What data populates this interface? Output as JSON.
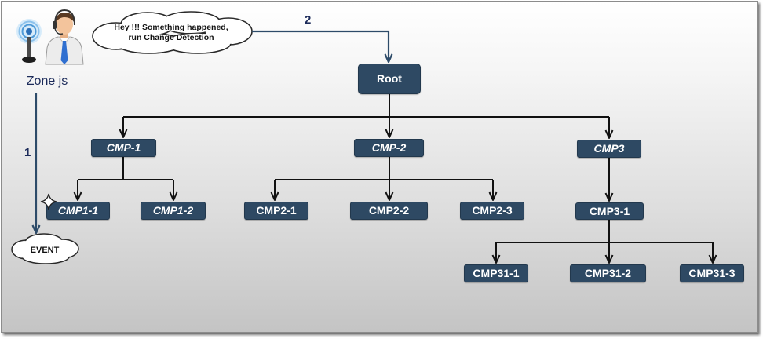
{
  "zone": {
    "label": "Zone js",
    "icons": [
      "antenna-icon",
      "person-icon"
    ]
  },
  "speech_bubble": {
    "lines": [
      "Hey !!! Something happened,",
      "run Change Detection"
    ]
  },
  "steps": {
    "step_1": "1",
    "step_2": "2"
  },
  "event": {
    "label": "EVENT",
    "icon": "spark-icon"
  },
  "tree": {
    "label": "Root",
    "children": [
      {
        "label": "CMP-1",
        "children": [
          {
            "label": "CMP1-1"
          },
          {
            "label": "CMP1-2"
          }
        ]
      },
      {
        "label": "CMP-2",
        "children": [
          {
            "label": "CMP2-1"
          },
          {
            "label": "CMP2-2"
          },
          {
            "label": "CMP2-3"
          }
        ]
      },
      {
        "label": "CMP3",
        "children": [
          {
            "label": "CMP3-1",
            "children": [
              {
                "label": "CMP31-1"
              },
              {
                "label": "CMP31-2"
              },
              {
                "label": "CMP31-3"
              }
            ]
          }
        ]
      }
    ]
  },
  "colors": {
    "node_fill": "#2e4963",
    "node_text": "#ffffff",
    "connector": "#111111",
    "flow_arrow": "#2d4b69",
    "label_text": "#1c2b5a"
  }
}
